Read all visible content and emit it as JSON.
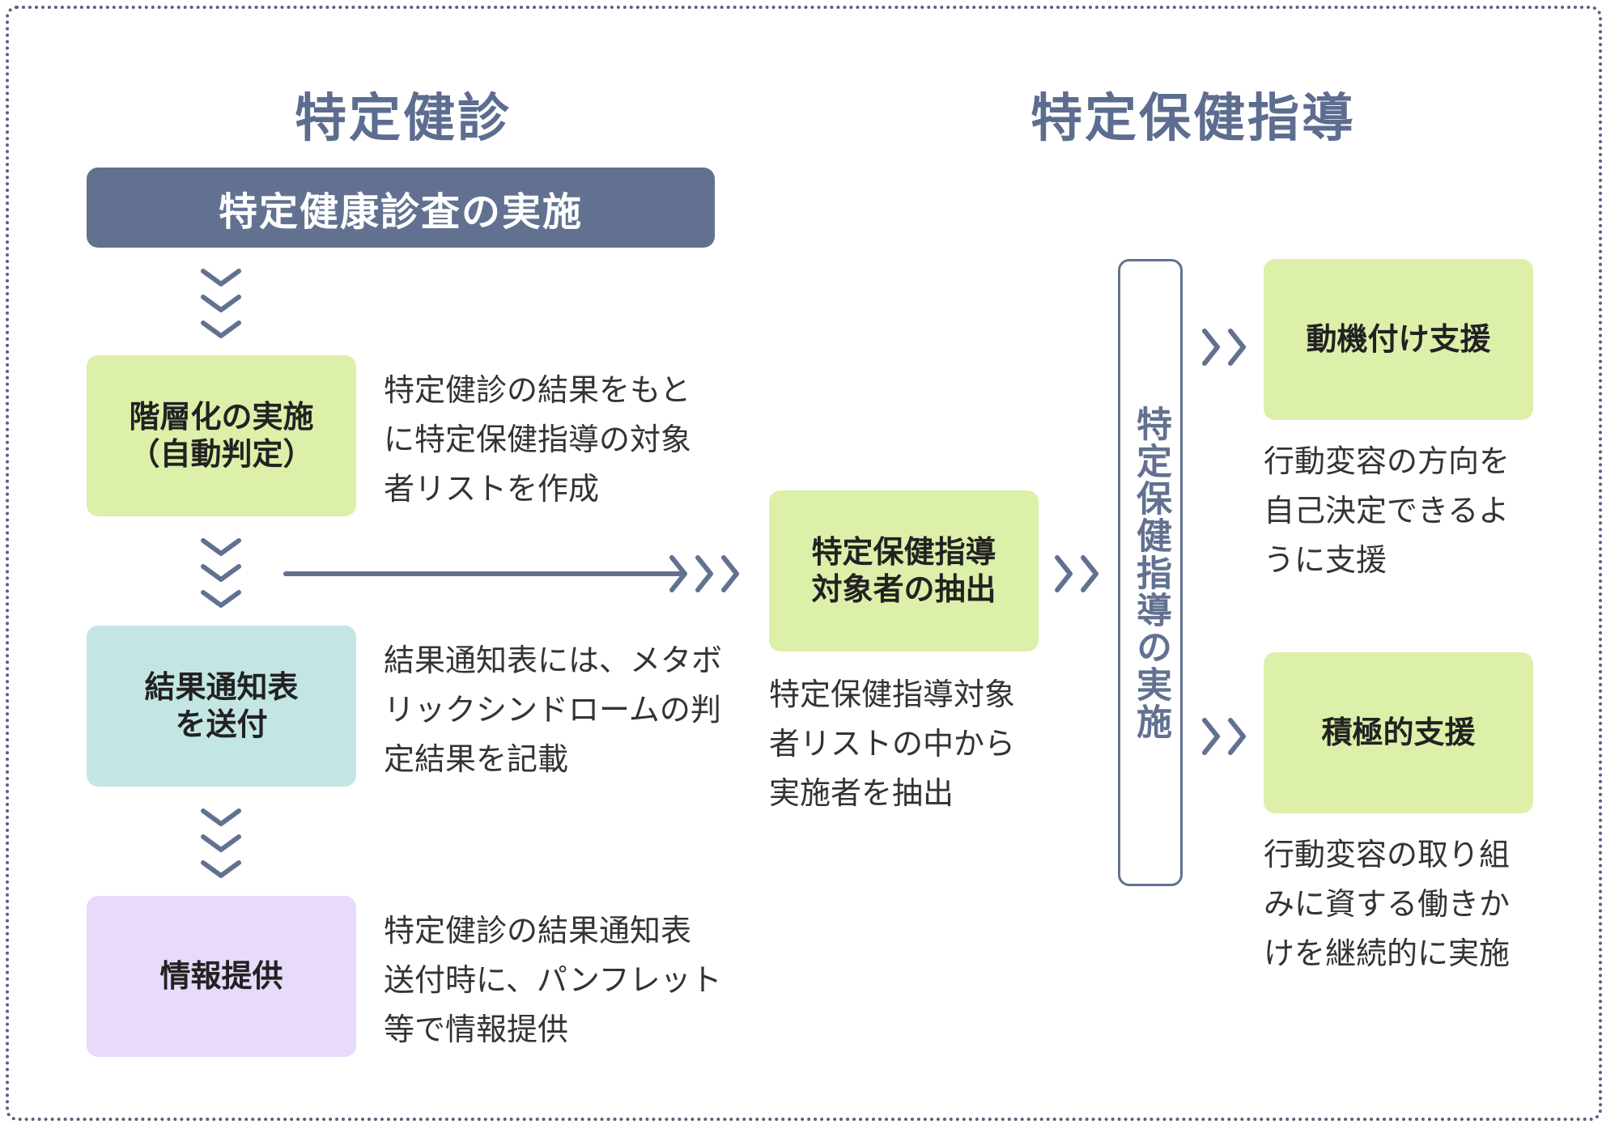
{
  "headings": {
    "left": "特定健診",
    "right": "特定保健指導"
  },
  "banner": "特定健康診査の実施",
  "left_steps": [
    {
      "label": "階層化の実施\n（自動判定）",
      "desc": "特定健診の結果をもと\nに特定保健指導の対象\n者リストを作成"
    },
    {
      "label": "結果通知表\nを送付",
      "desc": "結果通知表には、メタボ\nリックシンドロームの判\n定結果を記載"
    },
    {
      "label": "情報提供",
      "desc": "特定健診の結果通知表\n送付時に、パンフレット\n等で情報提供"
    }
  ],
  "extraction": {
    "label": "特定保健指導\n対象者の抽出",
    "desc": "特定保健指導対象\n者リストの中から\n実施者を抽出"
  },
  "implementation_label": "特定保健指導の実施",
  "supports": [
    {
      "label": "動機付け支援",
      "desc": "行動変容の方向を\n自己決定できるよ\nうに支援"
    },
    {
      "label": "積極的支援",
      "desc": "行動変容の取り組\nみに資する働きか\nけを継続的に実施"
    }
  ],
  "colors": {
    "accent": "#627190",
    "green": "#dcf0a9",
    "teal": "#c3e6e4",
    "lavender": "#e7dafa"
  }
}
